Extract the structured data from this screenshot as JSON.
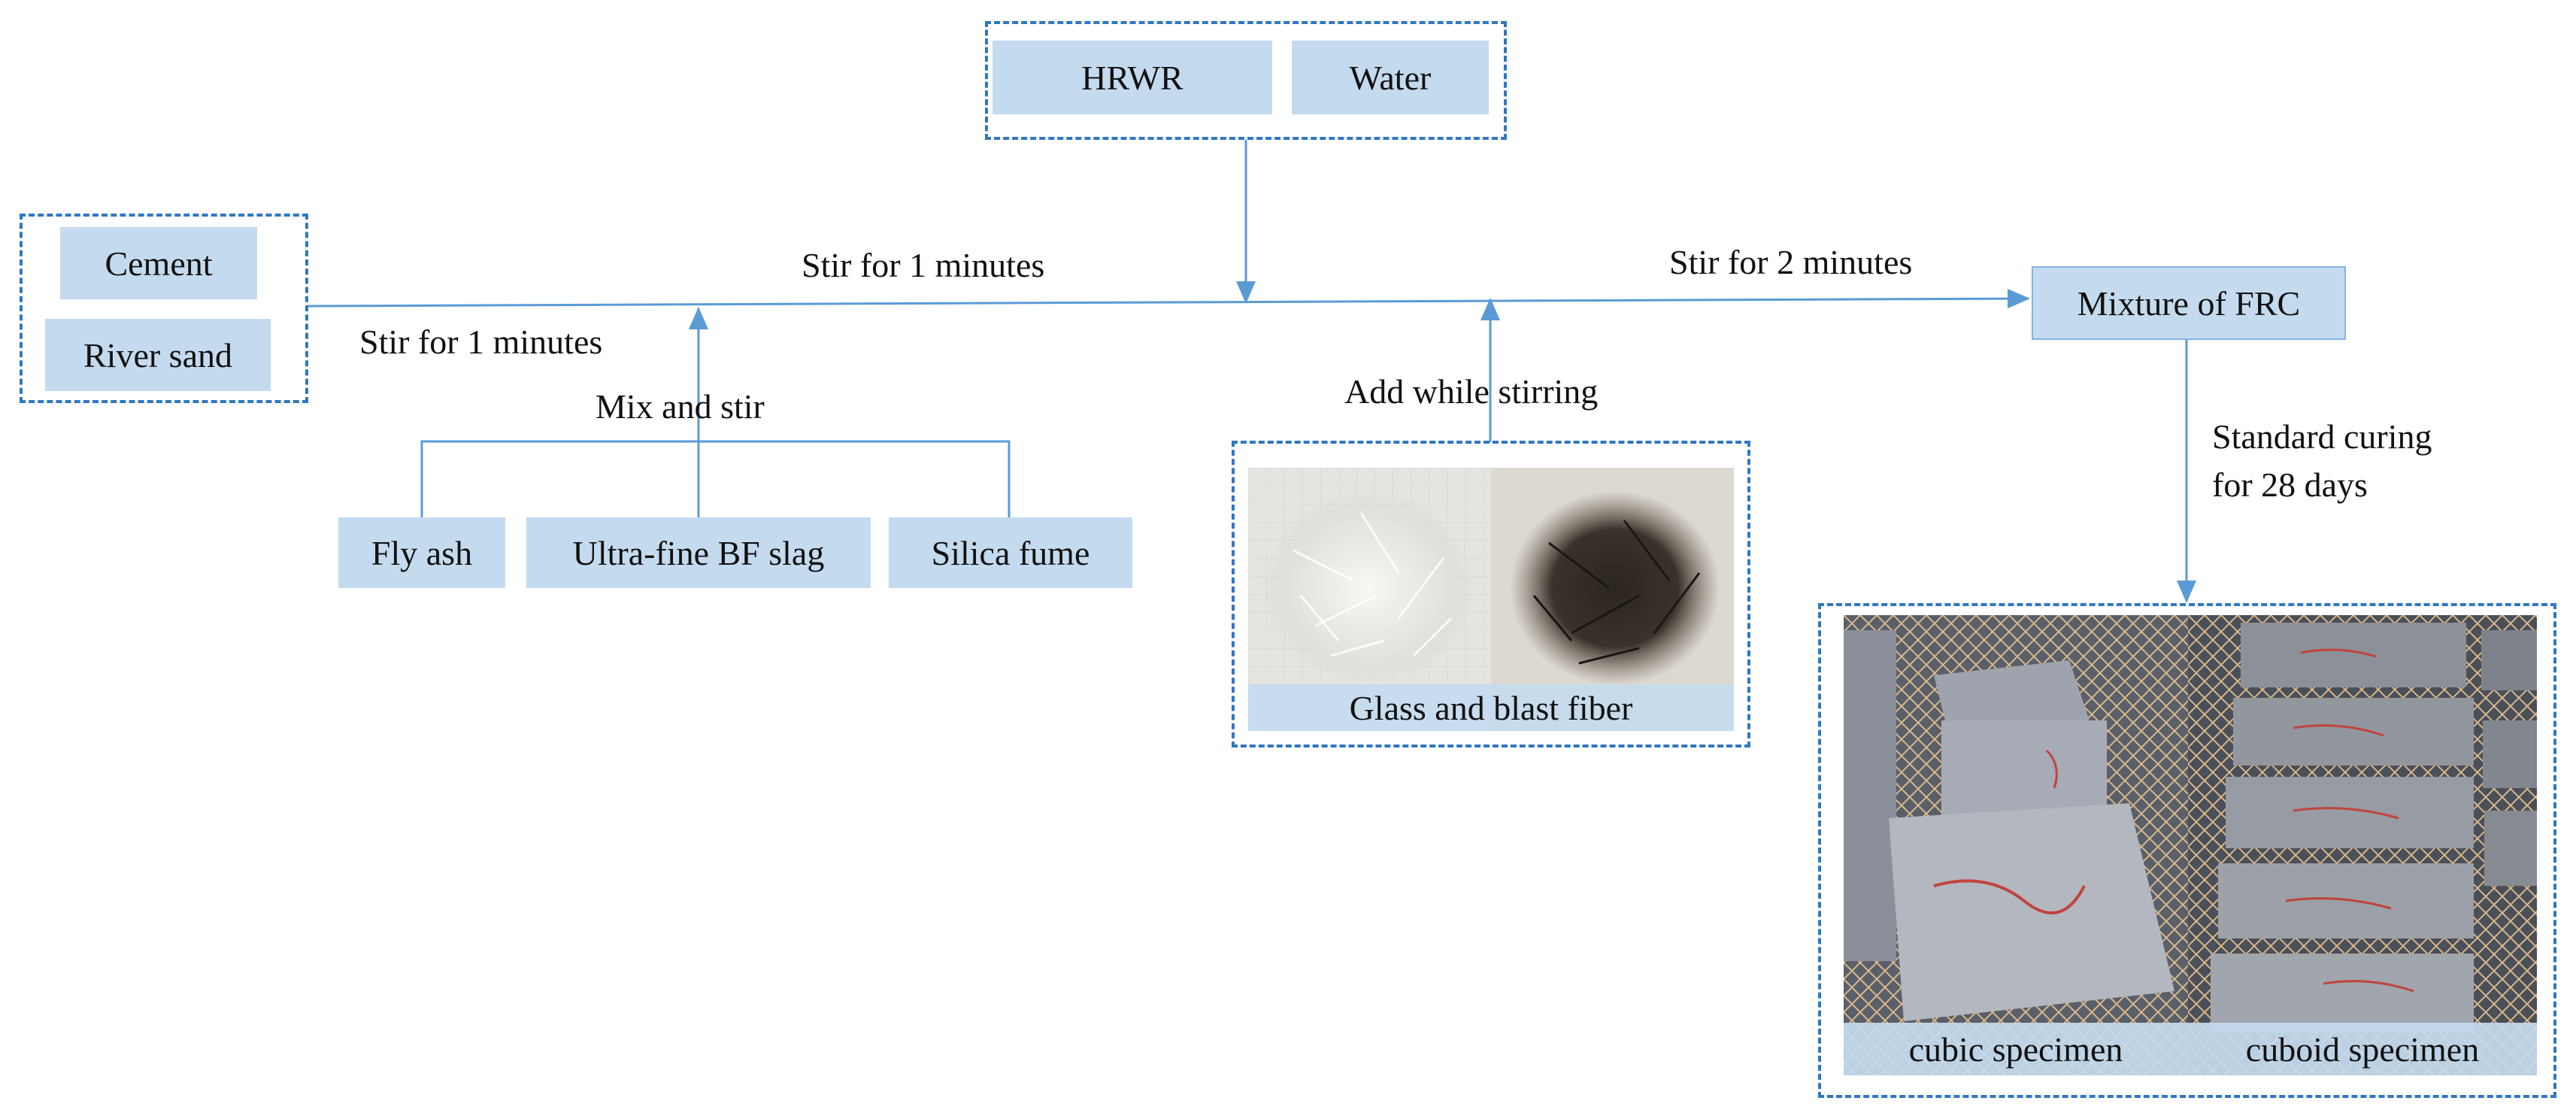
{
  "liquids": {
    "hrwr": "HRWR",
    "water": "Water"
  },
  "solids": {
    "cement": "Cement",
    "river_sand": "River sand"
  },
  "binders": {
    "fly_ash": "Fly ash",
    "slag": "Ultra-fine BF slag",
    "silica_fume": "Silica fume",
    "mix_label": "Mix and stir"
  },
  "steps": {
    "stir_1_top": "Stir for 1 minutes",
    "stir_1_bottom": "Stir for 1 minutes",
    "stir_2": "Stir for 2 minutes",
    "add_fiber": "Add while stirring",
    "curing_line1": "Standard curing",
    "curing_line2": "for 28 days"
  },
  "fiber": {
    "caption": "Glass and blast fiber"
  },
  "result": {
    "mixture": "Mixture of FRC"
  },
  "specimens": {
    "cubic": "cubic specimen",
    "cuboid": "cuboid specimen"
  },
  "colors": {
    "box_fill": "#c4dbef",
    "connector": "#5b9bd5",
    "dashed_border": "#2f77c3"
  }
}
